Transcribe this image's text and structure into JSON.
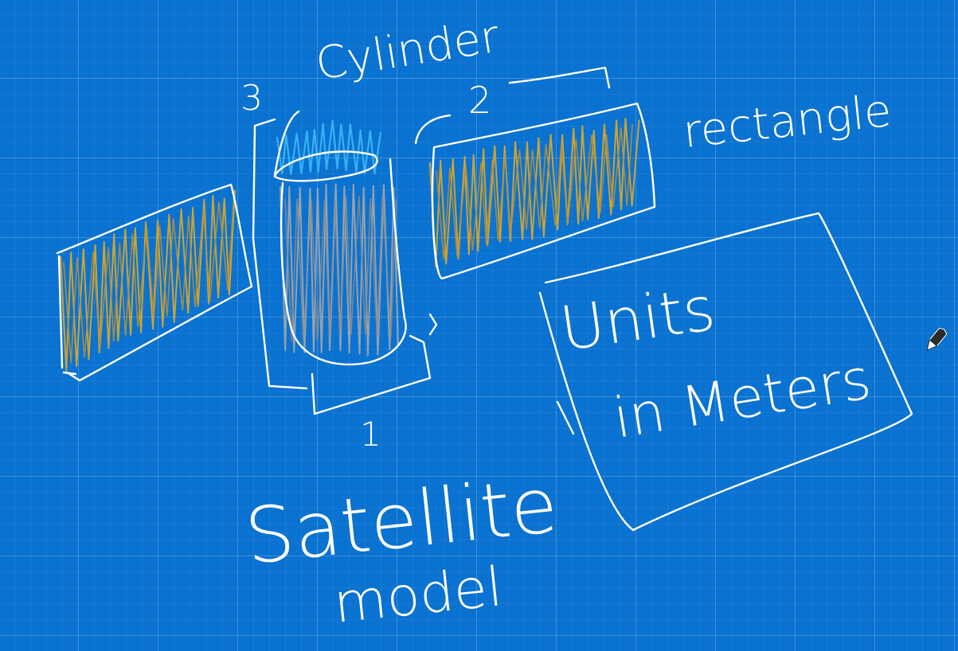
{
  "labels": {
    "cylinder": "Cylinder",
    "rectangle": "rectangle",
    "dim_1": "1",
    "dim_2": "2",
    "dim_3": "3",
    "title_line1": "Satellite",
    "title_line2": "model",
    "note_line1": "Units",
    "note_line2": "in Meters"
  },
  "colors": {
    "background": "#0a72d0",
    "ink": "#ffffff",
    "panel_fill": "#d7a52a",
    "body_fill": "#a6a6a6",
    "cap_fill": "#36b2f4"
  }
}
